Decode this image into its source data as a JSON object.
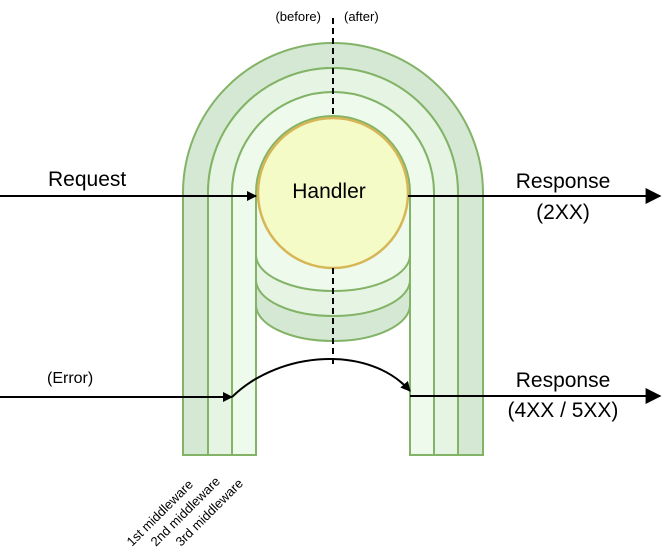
{
  "labels": {
    "before": "(before)",
    "after": "(after)",
    "request": "Request",
    "handler": "Handler",
    "response_ok": "Response",
    "response_ok_code": "(2XX)",
    "error": "(Error)",
    "response_err": "Response",
    "response_err_code": "(4XX / 5XX)"
  },
  "layers": [
    {
      "name": "1st middleware"
    },
    {
      "name": "2nd middleware"
    },
    {
      "name": "3rd middleware"
    }
  ],
  "colors": {
    "outer_layer": "#d5e8d4",
    "inner_layer": "#e6f5e3",
    "core_layer": "#eefaec",
    "stroke": "#82b366",
    "handler_fill": "#f4fbc7",
    "handler_stroke": "#d6b656",
    "arrow": "#000000"
  }
}
